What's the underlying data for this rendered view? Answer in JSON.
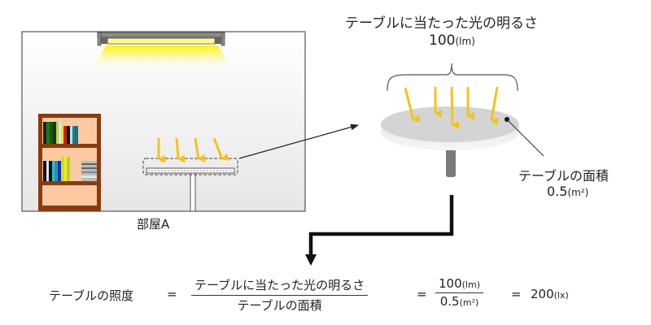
{
  "room": {
    "label": "部屋A"
  },
  "table_detail": {
    "light_label": "テーブルに当たった光の明るさ",
    "light_value": "100",
    "light_unit": "(lm)",
    "area_label": "テーブルの面積",
    "area_value": "0.5",
    "area_unit": "(m²)"
  },
  "formula": {
    "lhs": "テーブルの照度",
    "eq1": "=",
    "frac1_num": "テーブルに当たった光の明るさ",
    "frac1_den": "テーブルの面積",
    "eq2": "=",
    "frac2_num_value": "100",
    "frac2_num_unit": "(lm)",
    "frac2_den_value": "0.5",
    "frac2_den_unit": "(m²)",
    "eq3": "=",
    "result_value": "200",
    "result_unit": "(lx)"
  },
  "colors": {
    "arrow_yellow": "#f5c21b",
    "shelf_brown": "#8b3a10",
    "shelf_inner": "#fcc9a0",
    "wall_gray": "#ececec",
    "table_gray": "#d4d4d4"
  }
}
